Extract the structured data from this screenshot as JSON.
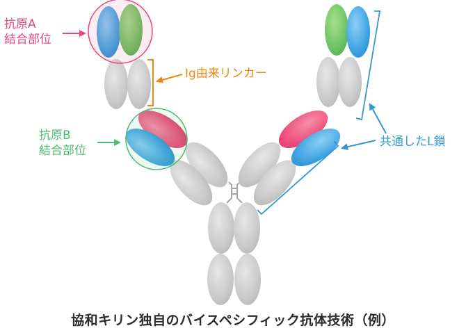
{
  "labels": {
    "antigen_a": [
      "抗原A",
      "結合部位"
    ],
    "antigen_b": [
      "抗原B",
      "結合部位"
    ],
    "ig_linker": "Ig由来リンカー",
    "common_light_chain": "共通したL鎖"
  },
  "caption": "協和キリン独自のバイスペシフィック抗体技術（例）",
  "colors": {
    "heavy_chain": "#c8c8c8",
    "heavy_chain_dark": "#9a9a9a",
    "antigen_a_vh": "#6cc263",
    "light_chain": "#3c9ee0",
    "antigen_b_vh": "#ee4f7c",
    "pink_label": "#e8467a",
    "green_label": "#4dbb73",
    "orange_label": "#f0860e",
    "blue_label": "#2f97d4"
  }
}
